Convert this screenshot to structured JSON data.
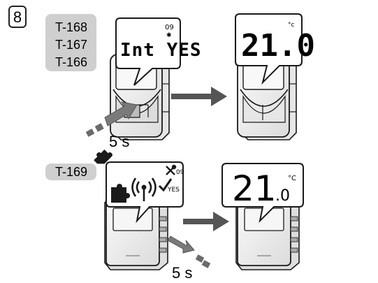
{
  "step": {
    "number": "8"
  },
  "group_top": {
    "models": [
      "T-168",
      "T-167",
      "T-166"
    ],
    "before_display": {
      "main": "Int YES",
      "small_top": "09",
      "small_icon": "✱"
    },
    "after_display": {
      "value": "21.0",
      "unit": "°c"
    },
    "press_duration": "5 s"
  },
  "group_bottom": {
    "model": "T-169",
    "before_display": {
      "number": "09",
      "confirm": "YES"
    },
    "after_display": {
      "value_int": "21",
      "value_dec": ".0",
      "unit": "°C"
    },
    "press_duration": "5 s"
  },
  "colors": {
    "label_bg": "#cfcfcf",
    "device_fill": "#f4f4f4",
    "outline": "#1a1a1a",
    "arrow": "#555555",
    "press_highlight": "#bdbdbd"
  }
}
